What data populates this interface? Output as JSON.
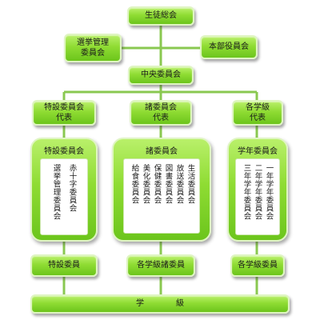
{
  "top": {
    "student_council": "生徒総会"
  },
  "election_committee": "選挙管理\n委員会",
  "executive_board": "本部役員会",
  "central_committee": "中央委員会",
  "reps": {
    "special": "特設委員会\n代表",
    "various": "諸委員会\n代表",
    "grades": "各学級\n代表"
  },
  "panels": {
    "special": {
      "title": "特設委員会",
      "items": [
        "選挙管理委員会",
        "赤十字委員会"
      ]
    },
    "various": {
      "title": "諸委員会",
      "items": [
        "給食委員会",
        "美化委員会",
        "保健委員会",
        "図書委員会",
        "放送委員会",
        "生活委員会"
      ]
    },
    "grades": {
      "title": "学年委員会",
      "items": [
        "三年学年委員会",
        "二年学年委員会",
        "一年学年委員会"
      ]
    }
  },
  "members": {
    "special": "特設委員",
    "various": "各学級諸委員",
    "grades": "各学級委員"
  },
  "bottom": {
    "class_label": "学　　　　級"
  }
}
